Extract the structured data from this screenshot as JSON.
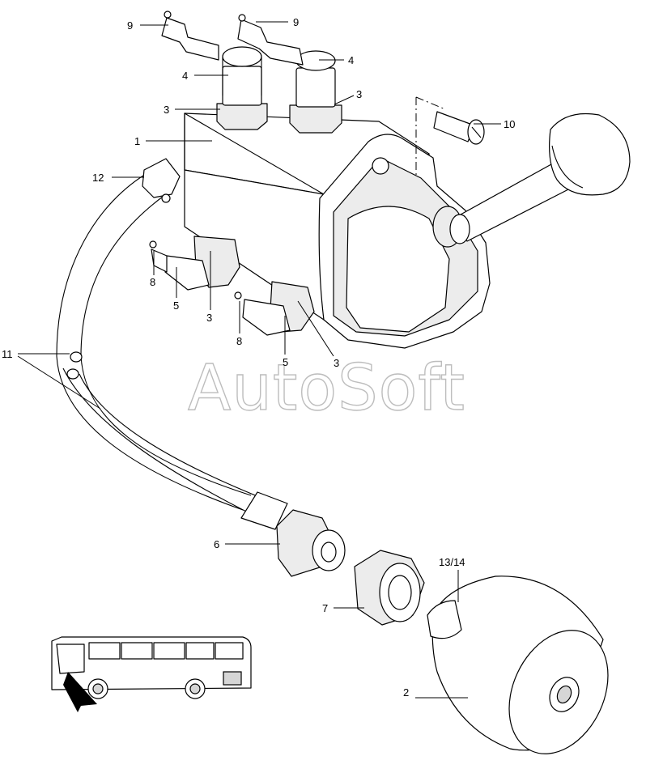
{
  "watermark": "AutoSoft",
  "callouts": [
    {
      "id": "c9a",
      "label": "9"
    },
    {
      "id": "c9b",
      "label": "9"
    },
    {
      "id": "c4a",
      "label": "4"
    },
    {
      "id": "c4b",
      "label": "4"
    },
    {
      "id": "c3a",
      "label": "3"
    },
    {
      "id": "c3b",
      "label": "3"
    },
    {
      "id": "c10",
      "label": "10"
    },
    {
      "id": "c1",
      "label": "1"
    },
    {
      "id": "c12",
      "label": "12"
    },
    {
      "id": "c8a",
      "label": "8"
    },
    {
      "id": "c5a",
      "label": "5"
    },
    {
      "id": "c3c",
      "label": "3"
    },
    {
      "id": "c8b",
      "label": "8"
    },
    {
      "id": "c5b",
      "label": "5"
    },
    {
      "id": "c3d",
      "label": "3"
    },
    {
      "id": "c11",
      "label": "11"
    },
    {
      "id": "c6",
      "label": "6"
    },
    {
      "id": "c1314",
      "label": "13/14"
    },
    {
      "id": "c7",
      "label": "7"
    },
    {
      "id": "c2",
      "label": "2"
    }
  ]
}
